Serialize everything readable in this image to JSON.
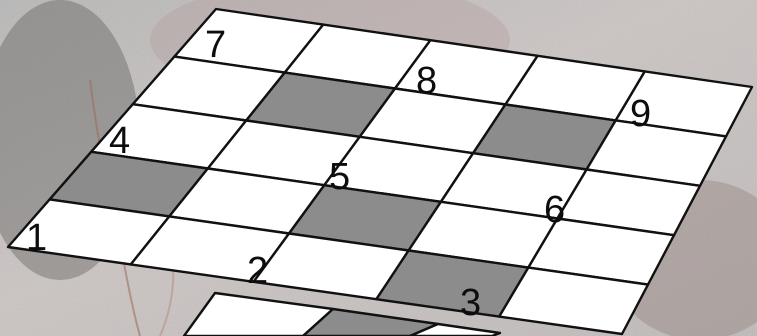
{
  "board": {
    "rows": 5,
    "cols": 5,
    "light_color": "#ffffff",
    "dark_color": "#8c8c8c",
    "line_color": "#111111",
    "shaded_cells": [
      [
        1,
        1
      ],
      [
        1,
        3
      ],
      [
        3,
        0
      ],
      [
        3,
        2
      ],
      [
        4,
        3
      ]
    ]
  },
  "clues": {
    "c1": "1",
    "c2": "2",
    "c3": "3",
    "c4": "4",
    "c5": "5",
    "c6": "6",
    "c7": "7",
    "c8": "8",
    "c9": "9"
  },
  "background": {
    "base_color": "#6f6a66",
    "accent_color": "#9c8480"
  },
  "second_board_row": {
    "shaded_cells": [
      1
    ]
  }
}
